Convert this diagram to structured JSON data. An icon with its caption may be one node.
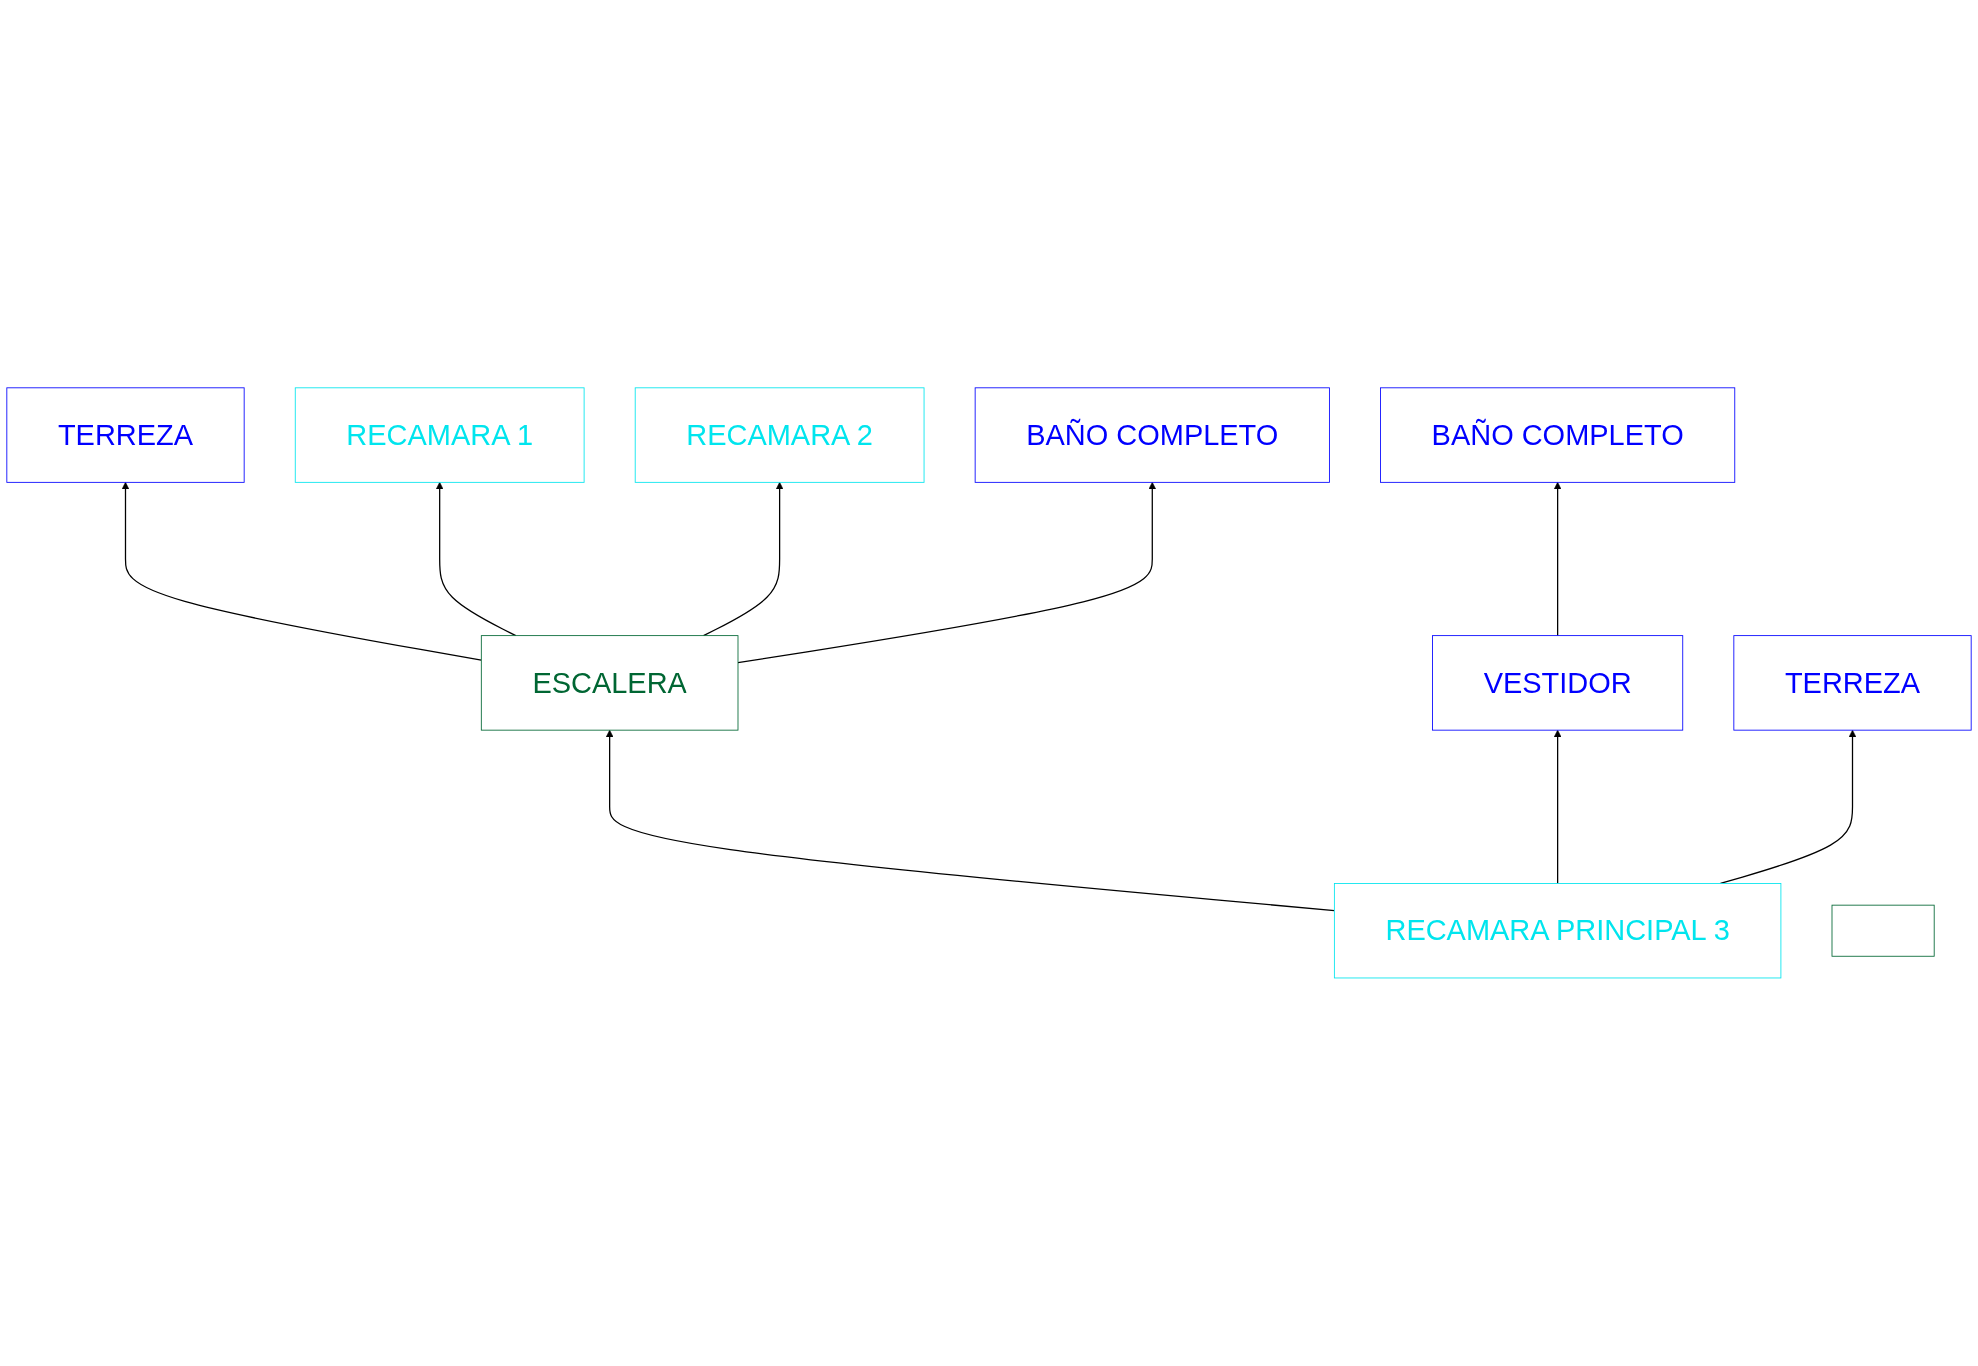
{
  "diagram": {
    "nodes": [
      {
        "text": [
          "TERREZA"
        ]
      },
      {
        "text": [
          "RECAMARA 1"
        ]
      },
      {
        "text": [
          "RECAMARA 2"
        ]
      },
      {
        "text": [
          "BAÑO COMPLETO"
        ]
      },
      {
        "text": [
          "ESCALERA"
        ]
      },
      {
        "text": [
          "BAÑO COMPLETO"
        ]
      },
      {
        "text": [
          "VESTIDOR"
        ]
      },
      {
        "text": [
          "RECAMARA PRINCIPAL 3"
        ]
      },
      {
        "text": [
          "TERREZA"
        ]
      },
      {
        "text": [],
        "shape": "box"
      }
    ],
    "edges": [
      {
        "from": 4,
        "to": 0,
        "arrow": "to"
      },
      {
        "from": 4,
        "to": 1,
        "arrow": "to"
      },
      {
        "from": 4,
        "to": 2,
        "arrow": "to"
      },
      {
        "from": 4,
        "to": 3,
        "arrow": "to"
      },
      {
        "from": 7,
        "to": 4,
        "arrow": "to"
      },
      {
        "from": 7,
        "to": 6,
        "arrow": "to"
      },
      {
        "from": 6,
        "to": 5,
        "arrow": "to"
      },
      {
        "from": 7,
        "to": 8,
        "arrow": "to"
      }
    ]
  }
}
